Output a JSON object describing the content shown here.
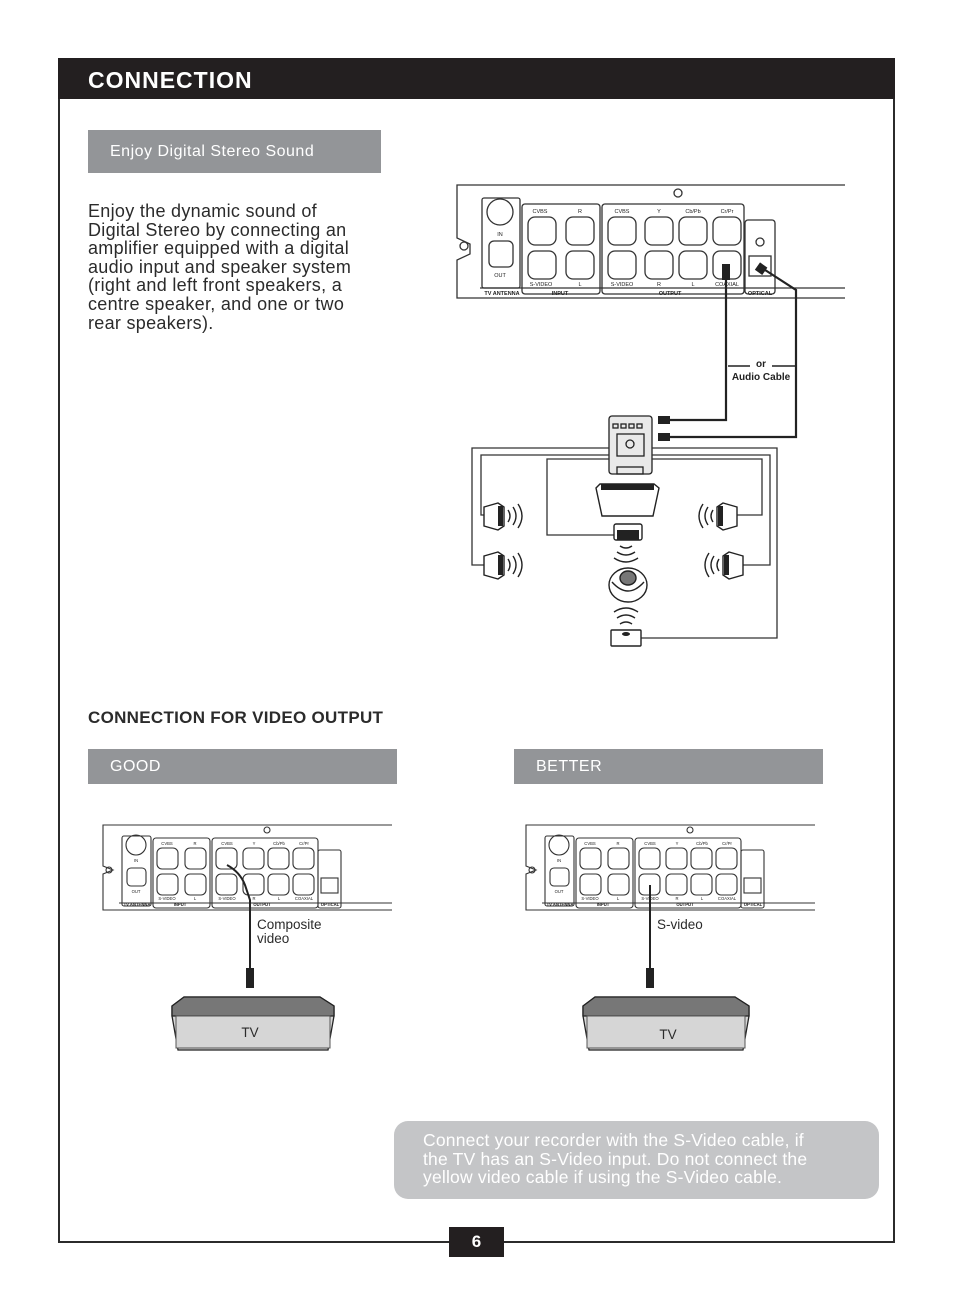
{
  "header": {
    "title": "CONNECTION"
  },
  "sections": {
    "digital": {
      "bar_label": "Enjoy Digital Stereo Sound",
      "body_lines": [
        "Enjoy the dynamic sound of",
        "Digital Stereo by connecting an",
        "amplifier equipped with a digital",
        "audio input and speaker system",
        "(right and left front speakers, a",
        "centre speaker, and one or two",
        "rear speakers)."
      ],
      "diagram": {
        "panel": {
          "tv_antenna": "TV ANTENNA",
          "in": "IN",
          "out": "OUT",
          "cvbs": "CVBS",
          "r": "R",
          "l": "L",
          "y": "Y",
          "cb": "Cb/Pb",
          "cr": "Cr/Pr",
          "svideo": "S-VIDEO",
          "input": "INPUT",
          "output": "OUTPUT",
          "coaxial": "COAXIAL",
          "optical": "OPTICAL"
        },
        "cable_or": "or",
        "cable_label": "Audio Cable"
      }
    },
    "video": {
      "heading": "CONNECTION FOR VIDEO OUTPUT",
      "good": {
        "bar_label": "GOOD",
        "cable_label_1": "Composite",
        "cable_label_2": "video",
        "tv_label": "TV"
      },
      "better": {
        "bar_label": "BETTER",
        "cable_label": "S-video",
        "tv_label": "TV"
      }
    }
  },
  "note": {
    "lines": [
      "Connect your recorder with the S-Video cable, if",
      "the TV has an S-Video input. Do not connect the",
      "yellow video cable if using the S-Video cable."
    ]
  },
  "page_number": "6",
  "colors": {
    "header_bg": "#231f20",
    "bar_bg": "#939598",
    "note_bg": "#c4c5c7"
  }
}
